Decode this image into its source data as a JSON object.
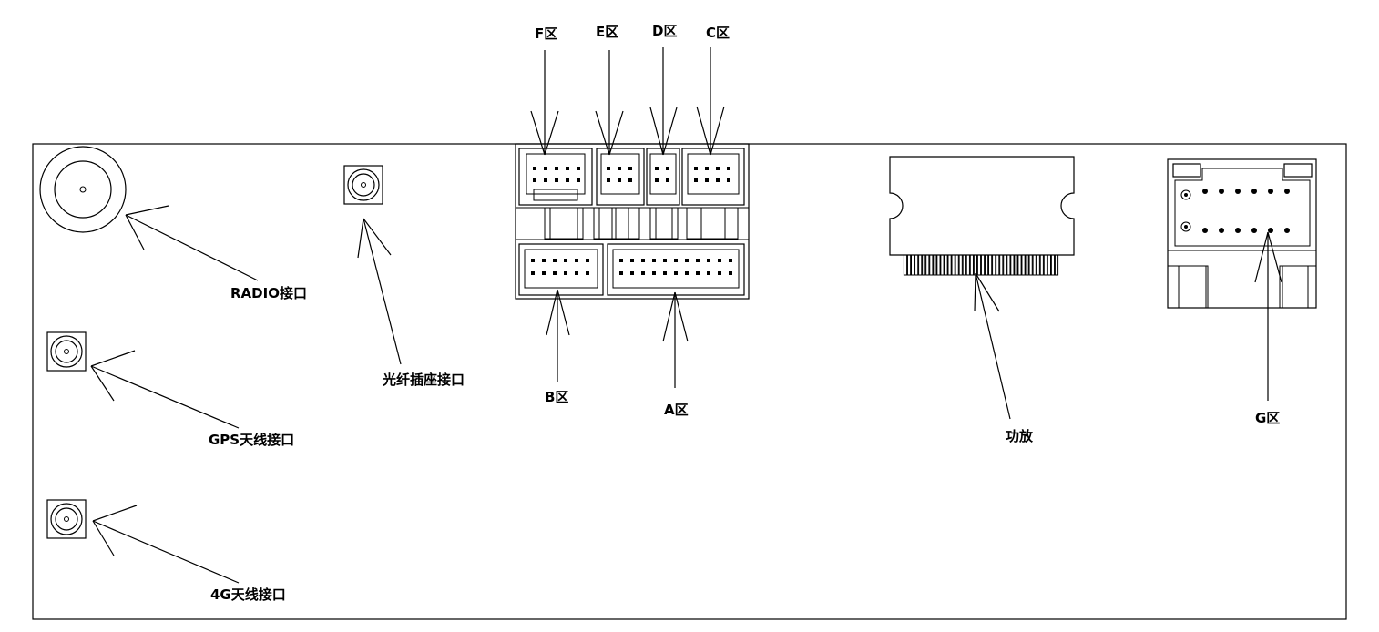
{
  "labels": {
    "radio": "RADIO接口",
    "fiber": "光纤插座接口",
    "gps": "GPS天线接口",
    "g4": "4G天线接口",
    "zone_f": "F区",
    "zone_e": "E区",
    "zone_d": "D区",
    "zone_c": "C区",
    "zone_b": "B区",
    "zone_a": "A区",
    "amp": "功放",
    "zone_g": "G区"
  }
}
